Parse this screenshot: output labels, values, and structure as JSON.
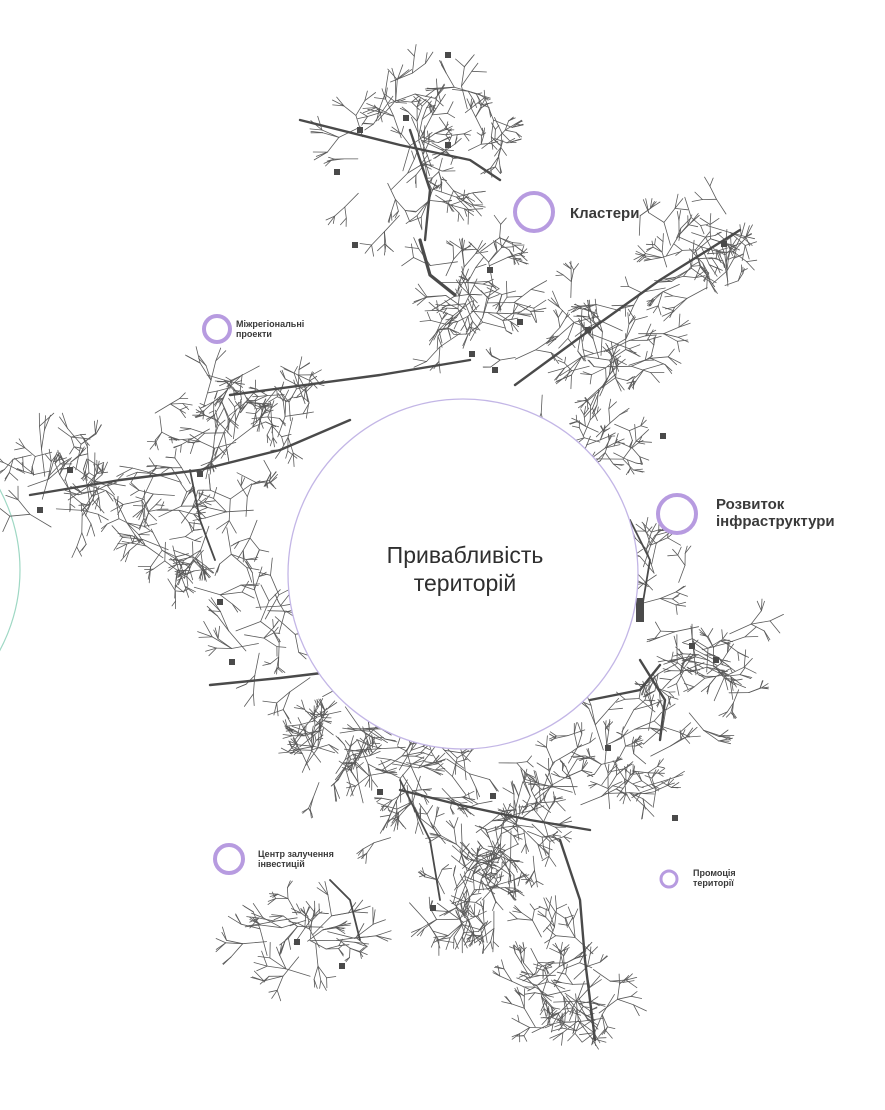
{
  "colors": {
    "accent": "#b79be0",
    "network_main": "#4a4a4a",
    "network_thin": "#5a5a5a",
    "center_ring": "#c3b6e6",
    "side_ring": "#9fd8c4",
    "text": "#333333"
  },
  "center": {
    "line1": "Привабливість",
    "line2": "територій"
  },
  "nodes": {
    "clusters": {
      "label": "Кластери"
    },
    "interregional": {
      "line1": "Міжрегіональні",
      "line2": "проекти"
    },
    "infrastructure": {
      "line1": "Розвиток",
      "line2": "інфраструктури"
    },
    "investment": {
      "line1": "Центр залучення",
      "line2": "інвестицій"
    },
    "promotion": {
      "line1": "Промоція",
      "line2": "території"
    }
  }
}
